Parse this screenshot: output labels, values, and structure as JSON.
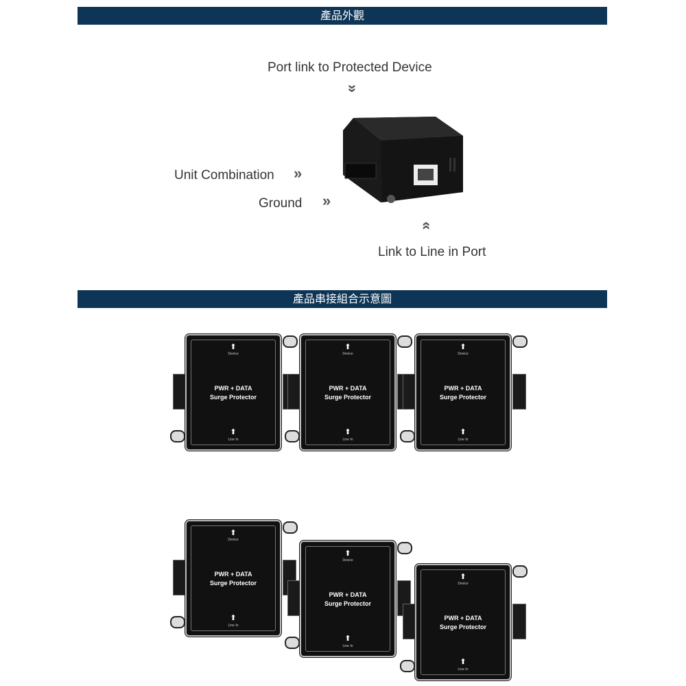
{
  "sections": [
    {
      "title": "產品外觀"
    },
    {
      "title": "產品串接組合示意圖"
    }
  ],
  "appearance": {
    "port_link": "Port link to Protected Device",
    "unit_combination": "Unit Combination",
    "ground": "Ground",
    "line_in": "Link to Line in Port"
  },
  "device": {
    "line1": "PWR + DATA",
    "line2": "Surge Protector",
    "top_label": "Device",
    "bottom_label": "Line In"
  },
  "colors": {
    "banner": "#0e3555"
  }
}
